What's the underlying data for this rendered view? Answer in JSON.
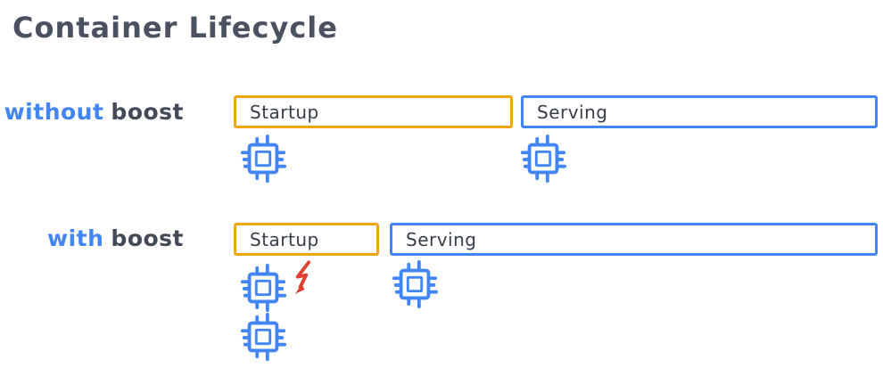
{
  "title": "Container Lifecycle",
  "colors": {
    "blue": "#4285f4",
    "orange": "#f2a60d",
    "red": "#df4030",
    "ink-title": "#4a5160",
    "ink-label": "#434a57",
    "ink-bar": "#363d49"
  },
  "rows": [
    {
      "label_highlight": "without",
      "label_rest": "boost",
      "bars": [
        {
          "label": "Startup",
          "color": "orange"
        },
        {
          "label": "Serving",
          "color": "blue"
        }
      ],
      "icons": [
        "cpu-chip-icon",
        "cpu-chip-icon"
      ]
    },
    {
      "label_highlight": "with",
      "label_rest": "boost",
      "bars": [
        {
          "label": "Startup",
          "color": "orange"
        },
        {
          "label": "Serving",
          "color": "blue"
        }
      ],
      "icons": [
        "cpu-chip-icon",
        "cpu-chip-icon",
        "cpu-chip-icon",
        "boost-lightning-icon"
      ]
    }
  ]
}
